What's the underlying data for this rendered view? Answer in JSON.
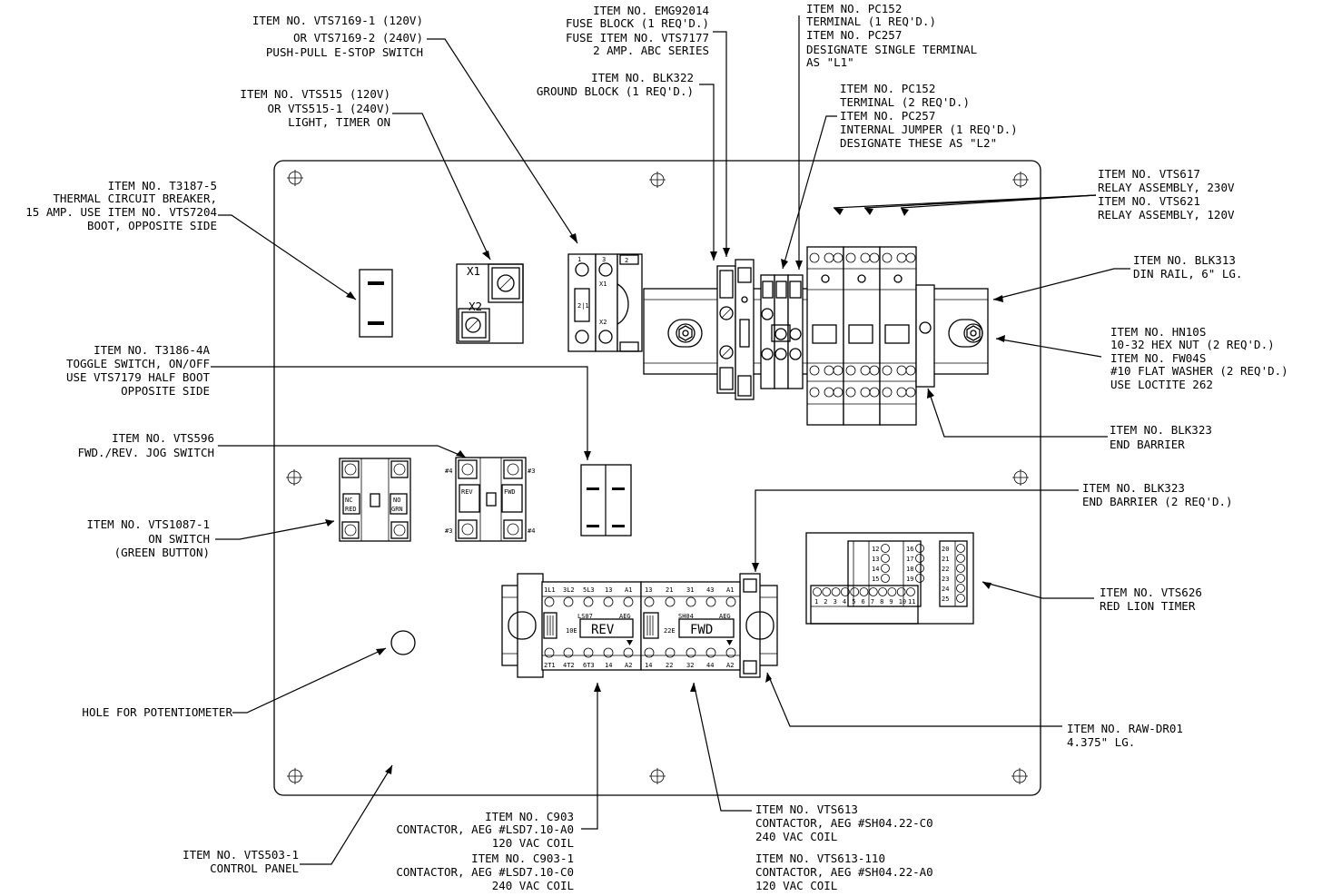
{
  "callouts": {
    "estop": [
      "ITEM NO. VTS7169-1 (120V)",
      "OR VTS7169-2 (240V)",
      "PUSH-PULL E-STOP SWITCH"
    ],
    "fuse_block": [
      "ITEM NO. EMG92014",
      "FUSE BLOCK (1 REQ'D.)",
      "FUSE ITEM NO. VTS7177",
      "2 AMP. ABC SERIES"
    ],
    "terminal_l1": [
      "ITEM NO. PC152",
      "TERMINAL (1 REQ'D.)",
      "ITEM NO. PC257",
      "DESIGNATE SINGLE TERMINAL",
      "AS \"L1\""
    ],
    "ground_block": [
      "ITEM NO. BLK322",
      "GROUND BLOCK (1 REQ'D.)"
    ],
    "terminal_l2": [
      "ITEM NO. PC152",
      "TERMINAL (2 REQ'D.)",
      "ITEM NO. PC257",
      "INTERNAL JUMPER (1 REQ'D.)",
      "DESIGNATE THESE AS \"L2\""
    ],
    "light": [
      "ITEM NO. VTS515 (120V)",
      "OR VTS515-1 (240V)",
      "LIGHT, TIMER ON"
    ],
    "breaker": [
      "ITEM NO. T3187-5",
      "THERMAL CIRCUIT BREAKER,",
      "15 AMP. USE ITEM NO. VTS7204",
      "BOOT, OPPOSITE SIDE"
    ],
    "relay": [
      "ITEM NO. VTS617",
      "RELAY ASSEMBLY, 230V",
      "ITEM NO. VTS621",
      "RELAY ASSEMBLY, 120V"
    ],
    "din_rail": [
      "ITEM NO. BLK313",
      "DIN RAIL, 6\" LG."
    ],
    "hex_nut": [
      "ITEM NO. HN10S",
      "10-32 HEX NUT (2 REQ'D.)",
      "ITEM NO. FW04S",
      "#10 FLAT WASHER (2 REQ'D.)",
      "USE LOCTITE 262"
    ],
    "end_barrier": [
      "ITEM NO. BLK323",
      "END BARRIER"
    ],
    "toggle": [
      "ITEM NO. T3186-4A",
      "TOGGLE SWITCH, ON/OFF",
      "USE VTS7179 HALF BOOT",
      "OPPOSITE SIDE"
    ],
    "jog": [
      "ITEM NO. VTS596",
      "FWD./REV. JOG SWITCH"
    ],
    "end_barrier2": [
      "ITEM NO. BLK323",
      "END BARRIER (2 REQ'D.)"
    ],
    "on_switch": [
      "ITEM NO. VTS1087-1",
      "ON SWITCH",
      "(GREEN BUTTON)"
    ],
    "timer": [
      "ITEM NO. VTS626",
      "RED LION TIMER"
    ],
    "pot_hole": [
      "HOLE FOR POTENTIOMETER"
    ],
    "raw_dr01": [
      "ITEM NO. RAW-DR01",
      "4.375\" LG."
    ],
    "c903": [
      "ITEM NO. C903",
      "CONTACTOR, AEG #LSD7.10-A0",
      "120 VAC COIL"
    ],
    "c903_1": [
      "ITEM NO. C903-1",
      "CONTACTOR, AEG #LSD7.10-C0",
      "240 VAC COIL"
    ],
    "vts613": [
      "ITEM NO. VTS613",
      "CONTACTOR, AEG #SH04.22-C0",
      "240 VAC COIL"
    ],
    "vts613_110": [
      "ITEM NO. VTS613-110",
      "CONTACTOR, AEG #SH04.22-A0",
      "120 VAC COIL"
    ],
    "panel": [
      "ITEM NO. VTS503-1",
      "CONTROL PANEL"
    ]
  },
  "parts": {
    "light": {
      "x1": "X1",
      "x2": "X2"
    },
    "estop": {
      "t1": "1",
      "t2": "2",
      "t3": "3",
      "x1": "X1",
      "x2": "X2",
      "body": "2|1"
    },
    "on_switch": {
      "nc": "NC",
      "red": "RED",
      "no": "NO",
      "grn": "GRN"
    },
    "jog": {
      "rev": "REV",
      "fwd": "FWD",
      "p4a": "#4",
      "p3a": "#3",
      "p3b": "#3",
      "p4b": "#4"
    },
    "contactor_rev": {
      "top": [
        "1L1",
        "3L2",
        "5L3",
        "13",
        "A1"
      ],
      "bottom": [
        "2T1",
        "4T2",
        "6T3",
        "14",
        "A2"
      ],
      "model": "LS07",
      "brand": "AEG",
      "code": "10E",
      "label": "REV"
    },
    "contactor_fwd": {
      "top": [
        "13",
        "21",
        "31",
        "43",
        "A1"
      ],
      "bottom": [
        "14",
        "22",
        "32",
        "44",
        "A2"
      ],
      "model": "SH04",
      "brand": "AEG",
      "code": "22E",
      "label": "FWD"
    },
    "timer": {
      "bottom": [
        "1",
        "2",
        "3",
        "4",
        "5",
        "6",
        "7",
        "8",
        "9",
        "10",
        "11"
      ],
      "col1": [
        "12",
        "13",
        "14",
        "15"
      ],
      "col2": [
        "16",
        "17",
        "18",
        "19"
      ],
      "col3": [
        "20",
        "21",
        "22",
        "23",
        "24",
        "25"
      ]
    }
  }
}
